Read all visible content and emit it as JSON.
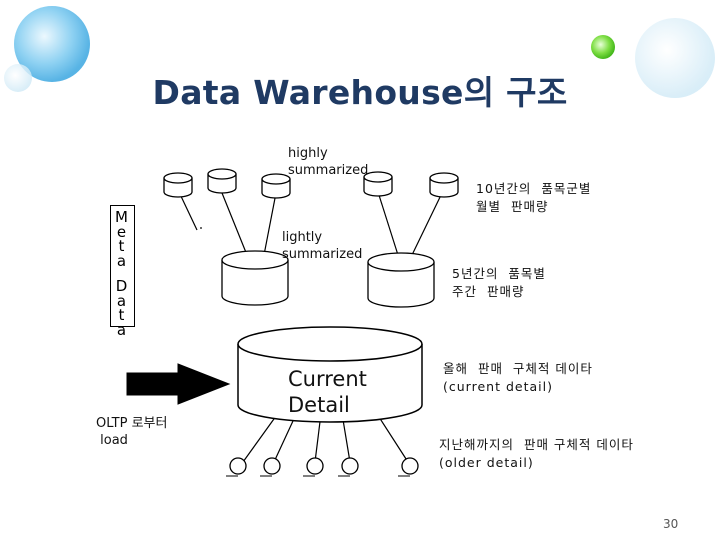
{
  "title": "Data Warehouse의 구조",
  "labels": {
    "highly": "highly\nsummarized",
    "lightly": "lightly\nsummarized",
    "current_line1": "Current",
    "current_line2": "Detail",
    "oltp": "OLTP 로부터\n load",
    "monthly": "10년간의  품목군별\n월별  판매량",
    "weekly": "5년간의  품목별\n주간  판매량",
    "current_desc": "올해  판매  구체적 데이타\n(current detail)",
    "older_desc": "지난해까지의  판매 구체적 데이타\n(older detail)"
  },
  "meta_data": {
    "letters": [
      "M",
      "e",
      "t",
      "a",
      "D",
      "a",
      "t",
      "a"
    ]
  },
  "page_number": "30",
  "colors": {
    "title": "#1f3a63",
    "arrow": "#000000",
    "bubble_blue": "#4fb3e8",
    "bubble_green": "#6bd13a",
    "bubble_pale": "#c9e8f6"
  }
}
